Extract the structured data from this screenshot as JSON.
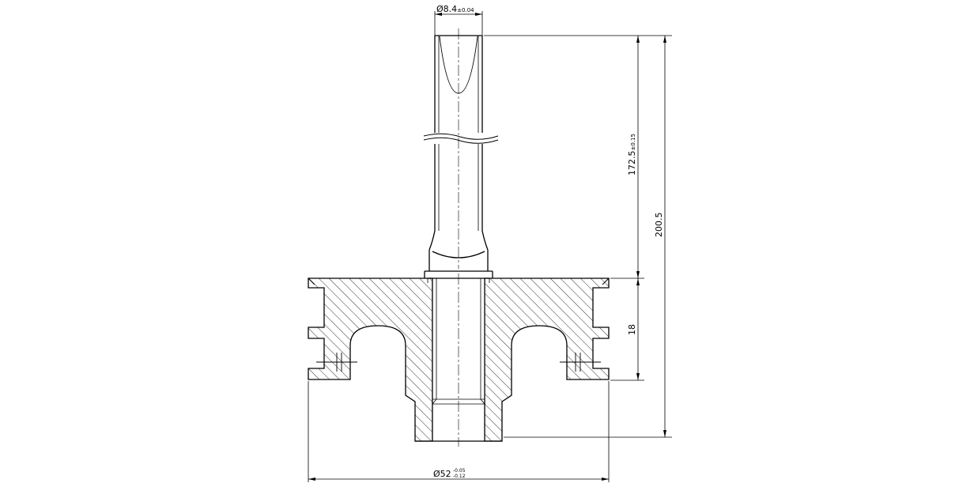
{
  "drawing": {
    "dimensions": {
      "shaft_diameter": {
        "value": "Ø8.4",
        "tolerance": "±0.04"
      },
      "shaft_length": {
        "value": "172.5",
        "tolerance": "±0.15"
      },
      "total_height": {
        "value": "200.5"
      },
      "flange_height": {
        "value": "18"
      },
      "flange_diameter": {
        "value": "Ø52",
        "tol_upper": "-0.05",
        "tol_lower": "-0.12"
      }
    },
    "colors": {
      "line": "#000000",
      "hatch": "#000000",
      "background": "#ffffff"
    }
  }
}
